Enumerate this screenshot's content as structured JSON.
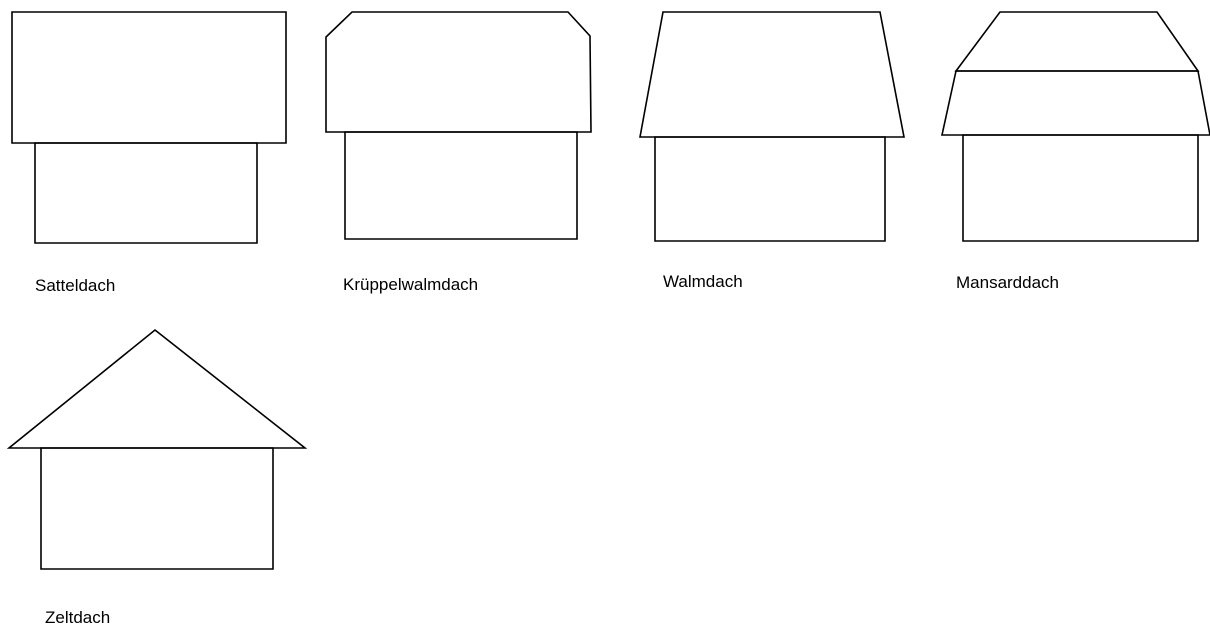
{
  "roof_types": [
    {
      "id": "satteldach",
      "label": "Satteldach"
    },
    {
      "id": "kruppelwalmdach",
      "label": "Krüppelwalmdach"
    },
    {
      "id": "walmdach",
      "label": "Walmdach"
    },
    {
      "id": "mansarddach",
      "label": "Mansarddach"
    },
    {
      "id": "zeltdach",
      "label": "Zeltdach"
    }
  ]
}
